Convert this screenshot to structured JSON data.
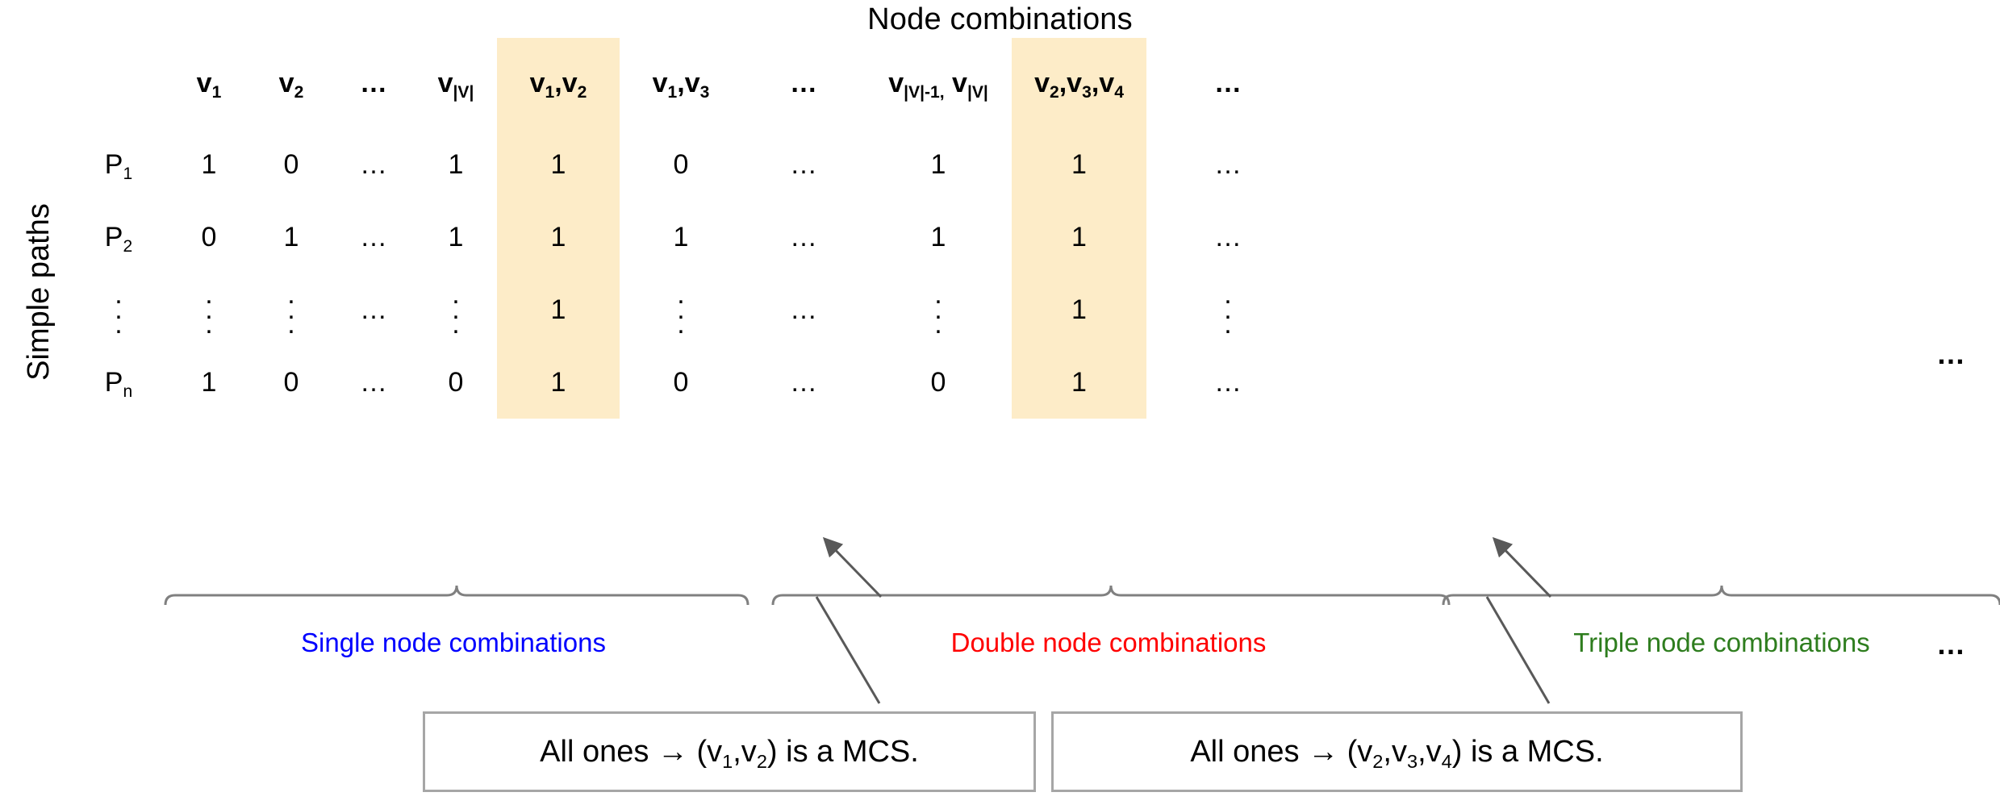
{
  "title": "Node combinations",
  "axis_caption": "Simple paths",
  "colors": {
    "single": "#0000ff",
    "double": "#ff0000",
    "triple": "#2e7d1e",
    "highlight": "#fdecc8",
    "grid": "#a6a6a6"
  },
  "columns": {
    "single": [
      {
        "id": "v1",
        "base": "v",
        "sub": "1"
      },
      {
        "id": "v2",
        "base": "v",
        "sub": "2"
      },
      {
        "id": "sdots",
        "base": "…",
        "sub": ""
      },
      {
        "id": "vV",
        "base": "v",
        "sub": "|V|"
      }
    ],
    "double": [
      {
        "id": "v1v2",
        "label": "v1,v2",
        "parts": [
          [
            "v",
            "1"
          ],
          [
            ",",
            ""
          ],
          [
            "v",
            "2"
          ]
        ],
        "highlight": true
      },
      {
        "id": "v1v3",
        "label": "v1,v3",
        "parts": [
          [
            "v",
            "1"
          ],
          [
            ",",
            ""
          ],
          [
            "v",
            "3"
          ]
        ],
        "highlight": false
      },
      {
        "id": "ddots",
        "label": "…",
        "parts": [],
        "highlight": false
      },
      {
        "id": "vV1vV",
        "label": "v|V|-1, v|V|",
        "parts": [
          [
            "v",
            "|V|-1,"
          ],
          [
            "v",
            "|V|"
          ]
        ],
        "highlight": false
      }
    ],
    "triple": [
      {
        "id": "v2v3v4",
        "label": "v2,v3,v4",
        "parts": [
          [
            "v",
            "2"
          ],
          [
            ",",
            ""
          ],
          [
            "v",
            "3"
          ],
          [
            ",",
            ""
          ],
          [
            "v",
            "4"
          ]
        ],
        "highlight": true
      },
      {
        "id": "tdots",
        "label": "…",
        "parts": [],
        "highlight": false
      }
    ]
  },
  "row_labels": [
    {
      "base": "P",
      "sub": "1"
    },
    {
      "base": "P",
      "sub": "2"
    },
    {
      "base": "⋮",
      "sub": ""
    },
    {
      "base": "P",
      "sub": "n"
    }
  ],
  "group_labels": [
    {
      "text": "Single node combinations",
      "color_key": "single"
    },
    {
      "text": "Double node combinations",
      "color_key": "double"
    },
    {
      "text": "Triple node combinations",
      "color_key": "triple"
    }
  ],
  "callouts": [
    {
      "id": "callout-v1v2",
      "prefix": "All ones → (v",
      "s1": "1",
      "mid": ",v",
      "s2": "2",
      "suffix": ") is a MCS."
    },
    {
      "id": "callout-v2v3v4",
      "prefix": "All ones → (v",
      "s1": "2",
      "mid": ",v",
      "s2": "3",
      "mid2": ",v",
      "s3": "4",
      "suffix": ") is a MCS."
    }
  ],
  "ellipsis": "…",
  "chart_data": {
    "type": "table",
    "title": "Node combinations",
    "xlabel": "Node combinations",
    "ylabel": "Simple paths",
    "column_groups": [
      {
        "name": "Single node combinations",
        "color": "#0000ff",
        "headers": [
          "v₁",
          "v₂",
          "…",
          "v_|V|"
        ]
      },
      {
        "name": "Double node combinations",
        "color": "#ff0000",
        "headers": [
          "v₁,v₂",
          "v₁,v₃",
          "…",
          "v_|V|-1, v_|V|"
        ]
      },
      {
        "name": "Triple node combinations",
        "color": "#2e7d1e",
        "headers": [
          "v₂,v₃,v₄",
          "…"
        ]
      }
    ],
    "row_headers": [
      "P₁",
      "P₂",
      "⋮",
      "Pₙ"
    ],
    "rows": [
      {
        "label": "P₁",
        "values": [
          "1",
          "0",
          "…",
          "1",
          "1",
          "0",
          "…",
          "1",
          "1",
          "…"
        ]
      },
      {
        "label": "P₂",
        "values": [
          "0",
          "1",
          "…",
          "1",
          "1",
          "1",
          "…",
          "1",
          "1",
          "…"
        ]
      },
      {
        "label": "⋮",
        "values": [
          "⋮",
          "⋮",
          "…",
          "⋮",
          "1",
          "⋮",
          "…",
          "⋮",
          "1",
          "⋮"
        ]
      },
      {
        "label": "Pₙ",
        "values": [
          "1",
          "0",
          "…",
          "0",
          "1",
          "0",
          "…",
          "0",
          "1",
          "…"
        ]
      }
    ],
    "highlighted_columns": [
      "v₁,v₂",
      "v₂,v₃,v₄"
    ],
    "annotations": [
      "All ones → (v₁,v₂) is a MCS.",
      "All ones → (v₂,v₃,v₄) is a MCS."
    ],
    "grid": true,
    "legend": "none"
  }
}
